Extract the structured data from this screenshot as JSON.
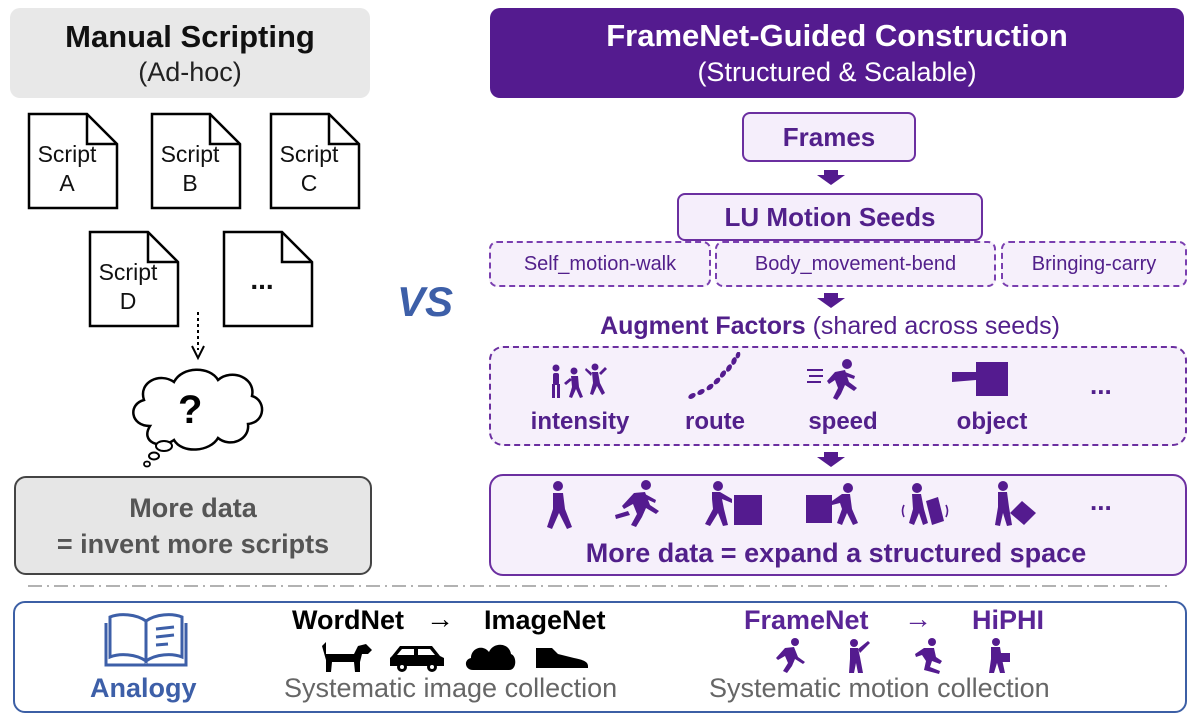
{
  "left": {
    "title": "Manual Scripting",
    "subtitle": "(Ad-hoc)",
    "scripts": [
      {
        "line1": "Script",
        "line2": "A"
      },
      {
        "line1": "Script",
        "line2": "B"
      },
      {
        "line1": "Script",
        "line2": "C"
      },
      {
        "line1": "Script",
        "line2": "D"
      }
    ],
    "ellipsis": "...",
    "question": "?",
    "footer_line1": "More data",
    "footer_line2": "= invent more scripts"
  },
  "vs": "VS",
  "right": {
    "title": "FrameNet-Guided Construction",
    "subtitle": "(Structured & Scalable)",
    "frames": "Frames",
    "lu_seeds": "LU Motion Seeds",
    "seeds": [
      "Self_motion-walk",
      "Body_movement-bend",
      "Bringing-carry"
    ],
    "augment_bold": "Augment Factors",
    "augment_rest": " (shared across seeds)",
    "factors": [
      "intensity",
      "route",
      "speed",
      "object"
    ],
    "ellipsis": "...",
    "more_data": "More data = expand a structured space"
  },
  "bottom": {
    "analogy": "Analogy",
    "wordnet": "WordNet",
    "imagenet": "ImageNet",
    "arrow": "→",
    "image_caption": "Systematic image collection",
    "framenet": "FrameNet",
    "hiphi": "HiPHI",
    "motion_caption": "Systematic motion collection"
  },
  "colors": {
    "purple_dark": "#541b8f",
    "purple_text": "#52208b",
    "purple_light_bg": "#f6f0fb",
    "blue": "#3d5fa8",
    "gray_bg": "#e8e8e8"
  }
}
